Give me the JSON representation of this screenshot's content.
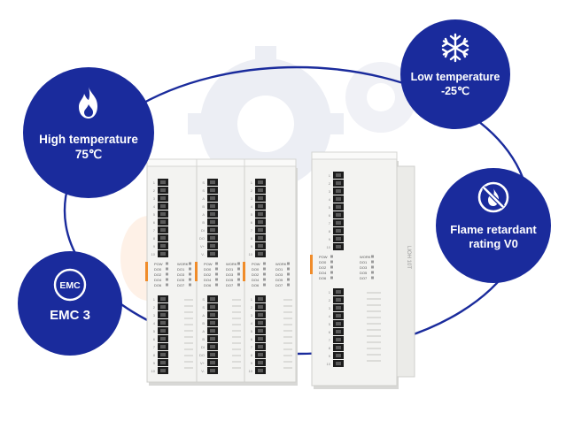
{
  "features": {
    "high_temperature": {
      "icon": "fire-icon",
      "line1": "High temperature",
      "line2": "75℃"
    },
    "low_temperature": {
      "icon": "snowflake-icon",
      "line1": "Low temperature",
      "line2": "-25℃"
    },
    "flame_retardant": {
      "icon": "no-fire-icon",
      "line1": "Flame retardant",
      "line2": "rating V0"
    },
    "emc": {
      "icon": "emc-icon",
      "icon_text": "EMC",
      "label": "EMC 3"
    }
  },
  "modules": [
    {
      "top_terminals": [
        "1",
        "2",
        "3",
        "4",
        "5",
        "6",
        "7",
        "8",
        "9",
        "10"
      ],
      "status": [
        "POW",
        "WORK",
        "DO0",
        "DO1",
        "DO2",
        "DO3",
        "DO4",
        "DO5",
        "DO6",
        "DO7"
      ]
    },
    {
      "top_terminals": [
        "S",
        "S",
        "A",
        "B",
        "A",
        "B",
        "DI",
        "DO",
        "V+",
        "V-"
      ],
      "status": [
        "POW",
        "WORK",
        "DO0",
        "DO1",
        "DO2",
        "DO3",
        "DO4",
        "DO5",
        "DO6",
        "DO7"
      ]
    },
    {
      "top_terminals": [
        "1",
        "2",
        "3",
        "4",
        "5",
        "6",
        "7",
        "8",
        "9",
        "10"
      ],
      "status": [
        "POW",
        "WORK",
        "DO0",
        "DO1",
        "DO2",
        "DO3",
        "DO4",
        "DO5",
        "DO6",
        "DO7"
      ]
    },
    {
      "top_terminals": [
        "1",
        "2",
        "3",
        "4",
        "5",
        "6",
        "7",
        "8",
        "9",
        "10"
      ],
      "status": [
        "POW",
        "WORK",
        "DO0",
        "DO1",
        "DO2",
        "DO3",
        "DO4",
        "DO5",
        "DO6",
        "DO7"
      ],
      "side_text": "LIOH 10T"
    }
  ],
  "colors": {
    "badge": "#1a2b9c",
    "ring_line": "#1a2b9c",
    "watermark": "#eceef4",
    "module_body": "#f3f3f1",
    "terminal": "#1c1c1c",
    "accent": "#f08c2a"
  }
}
